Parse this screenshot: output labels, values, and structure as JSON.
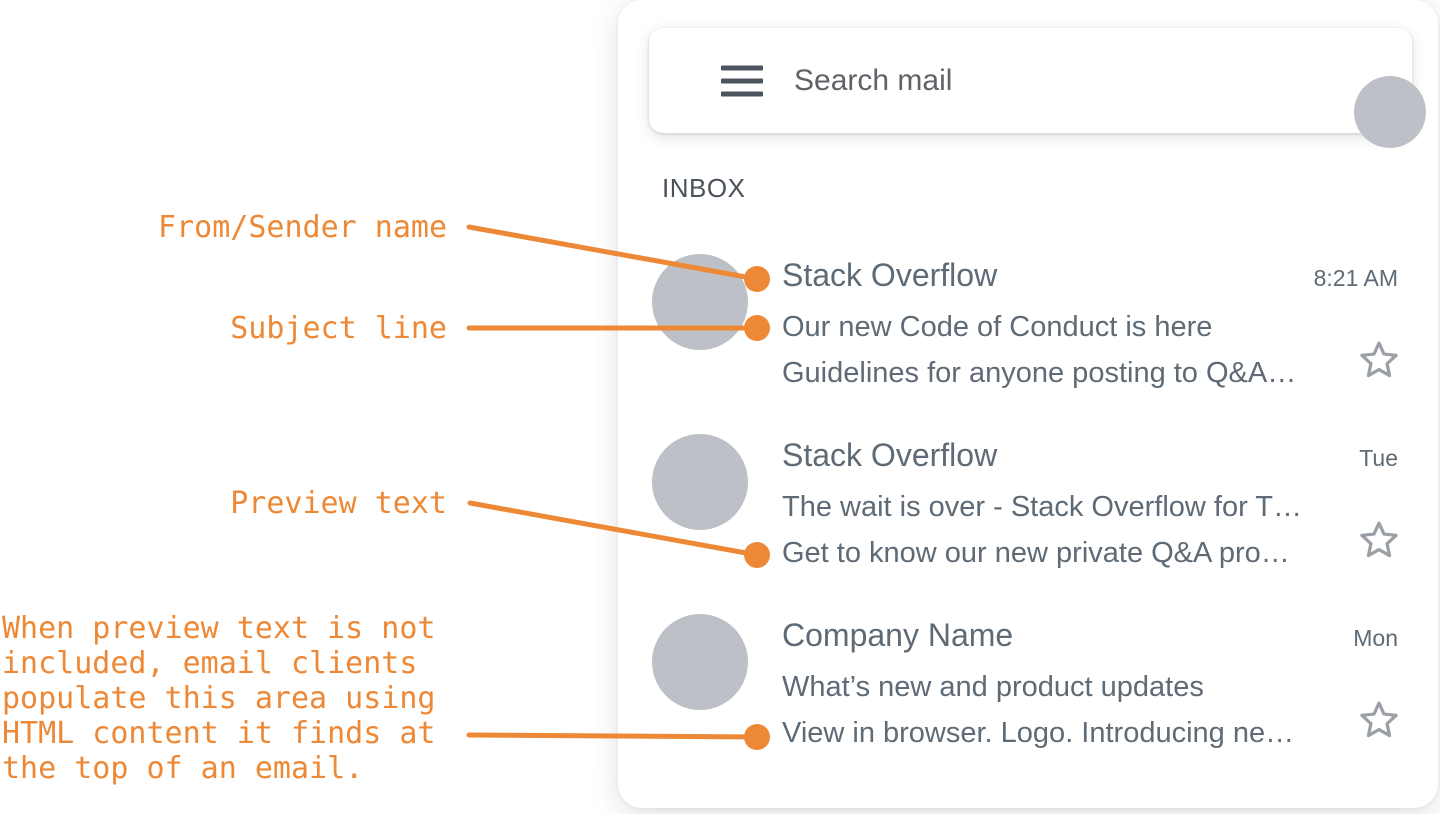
{
  "colors": {
    "accent_orange": "#ED8936",
    "avatar_gray": "#BDC1C7",
    "text_gray": "#5E6A75",
    "star_gray": "#9AA0A6",
    "inbox_label_gray": "#49525B"
  },
  "search": {
    "placeholder": "Search mail"
  },
  "inbox_label": "INBOX",
  "emails": [
    {
      "sender": "Stack Overflow",
      "time": "8:21 AM",
      "subject": "Our new Code of Conduct is here",
      "preview": "Guidelines for anyone posting to Q&A…"
    },
    {
      "sender": "Stack Overflow",
      "time": "Tue",
      "subject": "The wait is over - Stack Overflow for T…",
      "preview": "Get to know our new private Q&A pro…"
    },
    {
      "sender": "Company Name",
      "time": "Mon",
      "subject": "What’s new and product updates",
      "preview": "View in browser. Logo. Introducing ne…"
    }
  ],
  "annotations": {
    "from_label": "From/Sender name",
    "subject_label": "Subject line",
    "preview_label": "Preview text",
    "note_lines": [
      "When preview text is not",
      "included, email clients",
      "populate this area using",
      "HTML content it finds at",
      "the top of an email."
    ]
  }
}
